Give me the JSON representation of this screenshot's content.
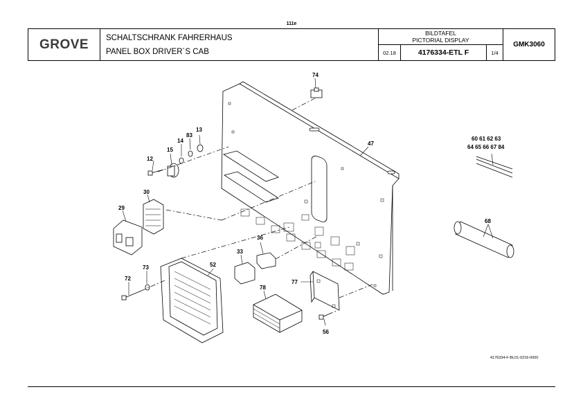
{
  "page": {
    "number": "111e"
  },
  "header": {
    "logo_text": "GROVE",
    "title_de": "SCHALTSCHRANK FAHRERHAUS",
    "title_en": "PANEL BOX DRIVER´S CAB",
    "label_de": "BILDTAFEL",
    "label_en": "PICTORIAL DISPLAY",
    "date": "02.18",
    "document_number": "4176334-ETL F",
    "sheet": "1/4",
    "model": "GMK3060"
  },
  "drawing": {
    "reference_code": "4176334-F-BL01-0216-0000",
    "part_labels": {
      "p74": "74",
      "p47": "47",
      "p13": "13",
      "p83": "83",
      "p14": "14",
      "p15": "15",
      "p12": "12",
      "p30": "30",
      "p29": "29",
      "p36": "36",
      "p33": "33",
      "p52": "52",
      "p73": "73",
      "p72": "72",
      "p78": "78",
      "p77": "77",
      "p56": "56",
      "p68": "68",
      "cable_row1": "60 61 62 63",
      "cable_row2": "64 65 66 67 84"
    }
  }
}
